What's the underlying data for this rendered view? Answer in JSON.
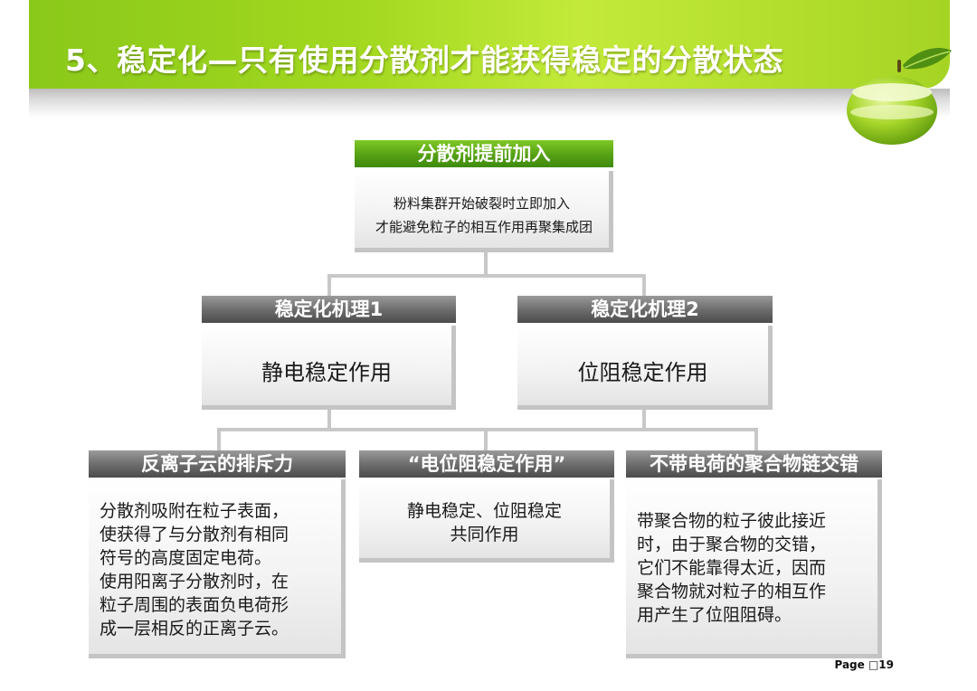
{
  "title": "5、稳定化—只有使用分散剂才能获得稳定的分散状态",
  "top": {
    "header": "分散剂提前加入",
    "lines": [
      "粉料集群开始破裂时立即加入",
      "才能避免粒子的相互作用再聚集成团"
    ]
  },
  "mechanisms": [
    {
      "header": "稳定化机理1",
      "text": "静电稳定作用"
    },
    {
      "header": "稳定化机理2",
      "text": "位阻稳定作用"
    }
  ],
  "details": [
    {
      "header": "反离子云的排斥力",
      "lines": [
        "分散剂吸附在粒子表面，",
        "使获得了与分散剂有相同",
        "符号的高度固定电荷。",
        "使用阳离子分散剂时，在",
        "粒子周围的表面负电荷形",
        "成一层相反的正离子云。"
      ]
    },
    {
      "header": "“电位阻稳定作用”",
      "lines": [
        "静电稳定、位阻稳定",
        "共同作用"
      ]
    },
    {
      "header": "不带电荷的聚合物链交错",
      "lines": [
        "带聚合物的粒子彼此接近",
        "时，由于聚合物的交错，",
        "它们不能靠得太近，因而",
        "聚合物就对粒子的相互作",
        "用产生了位阻阻碍。"
      ]
    }
  ],
  "footer": "Page □19",
  "colors": {
    "banner": "#a2d81f",
    "header_green": "#55a014",
    "header_gray": "#6a6a6a",
    "connector": "#c8c8c8"
  }
}
